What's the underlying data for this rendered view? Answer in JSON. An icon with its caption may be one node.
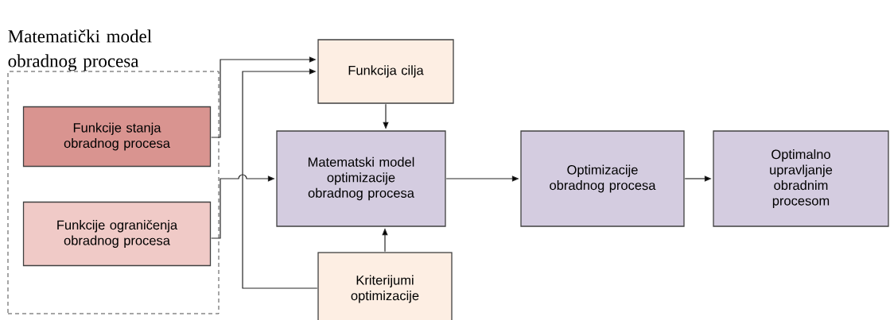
{
  "diagram": {
    "nodes": [
      {
        "text": [
          "Matematički model obradnog procesa"
        ]
      },
      {
        "text": [
          "Funkcije stanja obradnog procesa"
        ],
        "in": 0
      },
      {
        "text": [
          "Funkcije ograničenja obradnog procesa"
        ],
        "in": 0
      },
      {
        "text": [
          "Funkcija cilja"
        ]
      },
      {
        "text": [
          "Matematski model optimizacije obradnog procesa"
        ]
      },
      {
        "text": [
          "Optimizacije obradnog procesa"
        ]
      },
      {
        "text": [
          "Optimalno upravljanje obradnim procesom"
        ]
      },
      {
        "text": [
          "Kriterijumi optimizacije"
        ]
      }
    ],
    "edges": [
      {
        "from": 1,
        "to": 3,
        "arrow": "to"
      },
      {
        "from": 7,
        "to": 3,
        "arrow": "to"
      },
      {
        "from": 2,
        "to": 4,
        "arrow": "to"
      },
      {
        "from": 3,
        "to": 4,
        "arrow": "to"
      },
      {
        "from": 7,
        "to": 4,
        "arrow": "to"
      },
      {
        "from": 4,
        "to": 5,
        "arrow": "to"
      },
      {
        "from": 5,
        "to": 6,
        "arrow": "to"
      }
    ]
  }
}
